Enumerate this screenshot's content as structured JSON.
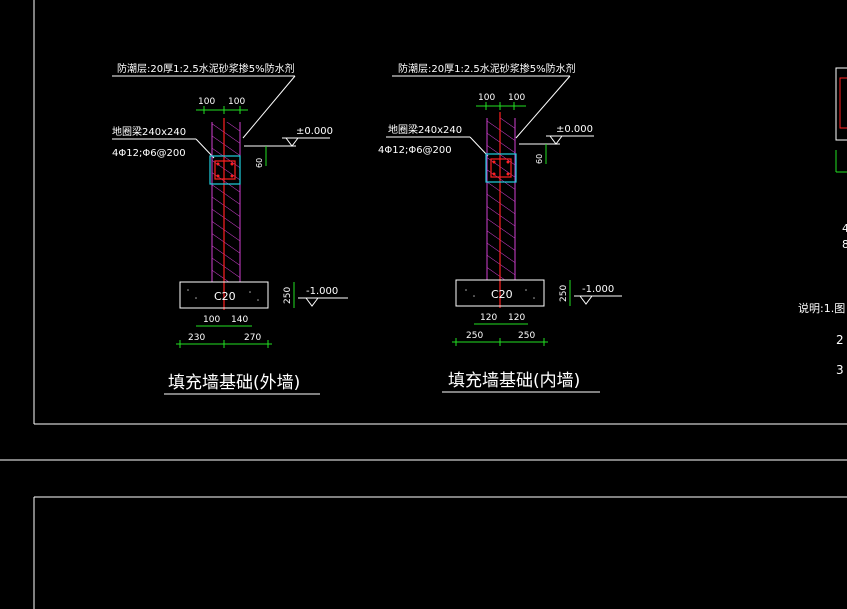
{
  "colors": {
    "background": "#000000",
    "frame": "#ffffff",
    "dimension": "#22e022",
    "wall": "#d040d0",
    "rebar": "#ff2020",
    "beam_outline": "#20d0e0"
  },
  "left_detail": {
    "leader_note": "防潮层:20厚1:2.5水泥砂浆掺5%防水剂",
    "beam_label": "地圈梁240x240",
    "rebar_label": "4Φ12;Φ6@200",
    "top_dim_a": "100",
    "top_dim_b": "100",
    "elevation_top": "±0.000",
    "side_dim": "60",
    "concrete_label": "C20",
    "height_dim": "250",
    "elevation_bottom": "-1.000",
    "bottom_dim_a": "100",
    "bottom_dim_b": "140",
    "bottom_dim_c": "230",
    "bottom_dim_d": "270",
    "title": "填充墙基础(外墙)"
  },
  "right_detail": {
    "leader_note": "防潮层:20厚1:2.5水泥砂浆掺5%防水剂",
    "beam_label": "地圈梁240x240",
    "rebar_label": "4Φ12;Φ6@200",
    "top_dim_a": "100",
    "top_dim_b": "100",
    "elevation_top": "±0.000",
    "side_dim": "60",
    "concrete_label": "C20",
    "height_dim": "250",
    "elevation_bottom": "-1.000",
    "bottom_dim_a": "120",
    "bottom_dim_b": "120",
    "bottom_dim_c": "250",
    "bottom_dim_d": "250",
    "title": "填充墙基础(内墙)"
  },
  "notes": {
    "char_4": "4",
    "char_8": "8",
    "notes_prefix": "说明:1.图",
    "item_2": "2",
    "item_3": "3"
  }
}
